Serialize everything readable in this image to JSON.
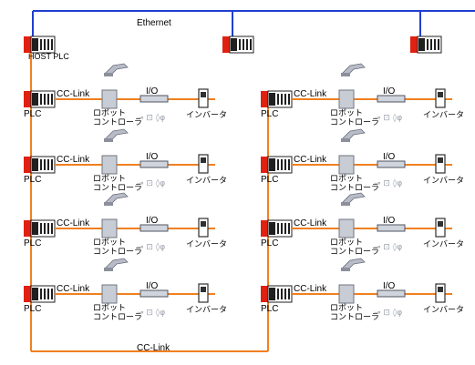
{
  "network": {
    "ethernet_label": "Ethernet",
    "host_label": "HOST  PLC",
    "bottom_bus_label": "CC-Link"
  },
  "unit_labels": {
    "plc": "PLC",
    "cclink": "CC-Link",
    "io": "I/O",
    "robot_controller": "ロボット\nコントローラ",
    "inverter": "インバータ"
  },
  "columns": {
    "left": {
      "stations": [
        {
          "plc": "PLC",
          "cclink": "CC-Link",
          "io": "I/O",
          "robot_controller": "ロボット\nコントローラ",
          "inverter": "インバータ"
        },
        {
          "plc": "PLC",
          "cclink": "CC-Link",
          "io": "I/O",
          "robot_controller": "ロボット\nコントローラ",
          "inverter": "インバータ"
        },
        {
          "plc": "PLC",
          "cclink": "CC-Link",
          "io": "I/O",
          "robot_controller": "ロボット\nコントローラ",
          "inverter": "インバータ"
        },
        {
          "plc": "PLC",
          "cclink": "CC-Link",
          "io": "I/O",
          "robot_controller": "ロボット\nコントローラ",
          "inverter": "インバータ"
        }
      ]
    },
    "right": {
      "stations": [
        {
          "plc": "PLC",
          "cclink": "CC-Link",
          "io": "I/O",
          "robot_controller": "ロボット\nコントローラ",
          "inverter": "インバータ"
        },
        {
          "plc": "PLC",
          "cclink": "CC-Link",
          "io": "I/O",
          "robot_controller": "ロボット\nコントローラ",
          "inverter": "インバータ"
        },
        {
          "plc": "PLC",
          "cclink": "CC-Link",
          "io": "I/O",
          "robot_controller": "ロボット\nコントローラ",
          "inverter": "インバータ"
        },
        {
          "plc": "PLC",
          "cclink": "CC-Link",
          "io": "I/O",
          "robot_controller": "ロボット\nコントローラ",
          "inverter": "インバータ"
        }
      ]
    }
  },
  "colors": {
    "ethernet": "#1f3fd0",
    "cclink": "#f08020",
    "plc_red": "#e02010",
    "plc_dark": "#202020"
  }
}
